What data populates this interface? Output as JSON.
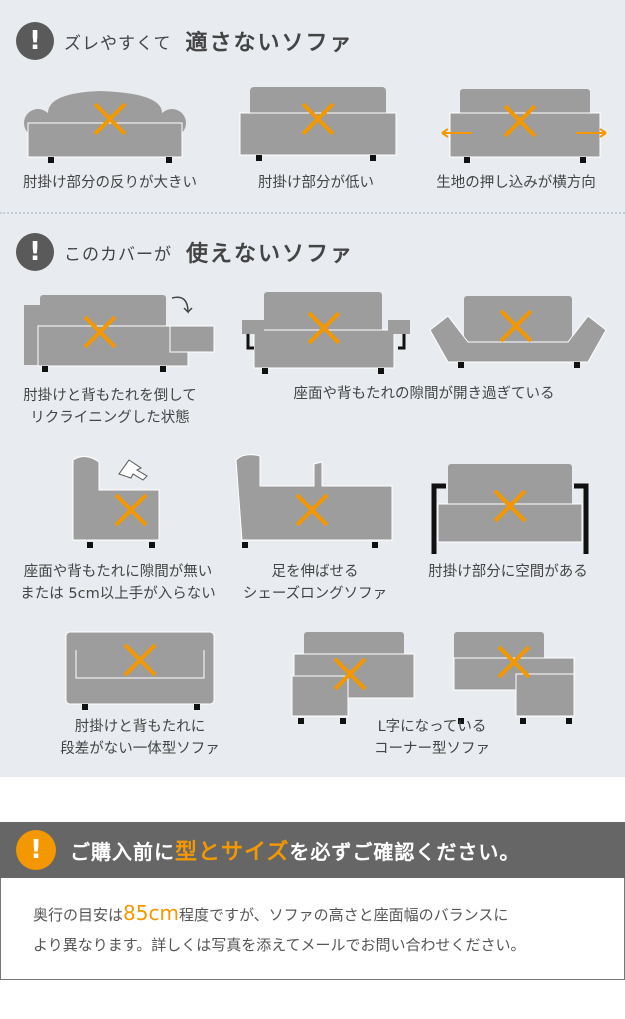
{
  "section1": {
    "icon": "!",
    "title_small": "ズレやすくて",
    "title_bold": "適さないソファ",
    "items": [
      {
        "label": [
          "肘掛け部分の反りが大きい"
        ]
      },
      {
        "label": [
          "肘掛け部分が低い"
        ]
      },
      {
        "label": [
          "生地の押し込みが横方向"
        ]
      }
    ]
  },
  "section2": {
    "icon": "!",
    "title_small": "このカバーが",
    "title_bold": "使えないソファ",
    "items": [
      {
        "label": [
          "肘掛けと背もたれを倒して",
          "リクライニングした状態"
        ]
      },
      {
        "label": [
          "座面や背もたれの隙間が開き過ぎている"
        ]
      },
      {
        "label": [
          "座面や背もたれに隙間が無い",
          "または 5cm以上手が入らない"
        ]
      },
      {
        "label": [
          "足を伸ばせる",
          "シェーズロングソファ"
        ]
      },
      {
        "label": [
          "肘掛け部分に空間がある"
        ]
      },
      {
        "label": [
          "肘掛けと背もたれに",
          "段差がない一体型ソファ"
        ]
      },
      {
        "label": [
          "L字になっている",
          "コーナー型ソファ"
        ]
      }
    ]
  },
  "notice": {
    "icon": "!",
    "pre": "ご購入前に",
    "highlight": "型とサイズ",
    "post": "を必ずご確認ください。",
    "body1_pre": "奥行の目安は",
    "body1_highlight": "85cm",
    "body1_post": "程度ですが、ソファの高さと座面幅のバランスに",
    "body2": "より異なります。詳しくは写真を添えてメールでお問い合わせください。"
  },
  "colors": {
    "accent": "#f39800",
    "sofa": "#9d9d9d",
    "band": "#666666",
    "bg": "#e8ecf0"
  }
}
